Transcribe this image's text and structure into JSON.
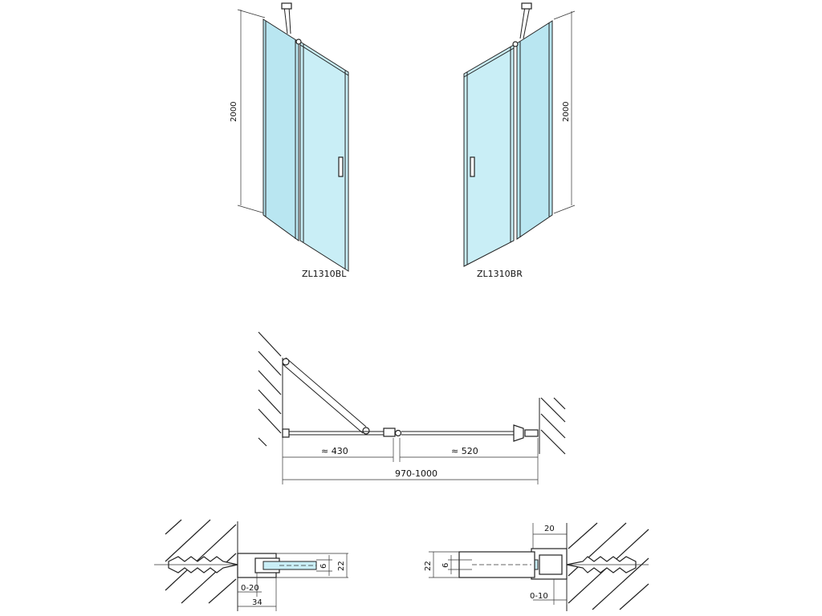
{
  "elevations": {
    "left_model": "ZL1310BL",
    "right_model": "ZL1310BR",
    "left_height": "2000",
    "right_height": "2000"
  },
  "plan": {
    "dim_fixed": "≈ 430",
    "dim_door": "≈ 520",
    "dim_total": "970-1000"
  },
  "detail_left": {
    "dim_glass": "6",
    "dim_profile": "22",
    "dim_adjust": "0-20",
    "dim_width": "34"
  },
  "detail_right": {
    "dim_top": "20",
    "dim_profile": "22",
    "dim_glass": "6",
    "dim_adjust": "0-10"
  },
  "colors": {
    "glass": "#c9eef6",
    "line": "#222222"
  }
}
